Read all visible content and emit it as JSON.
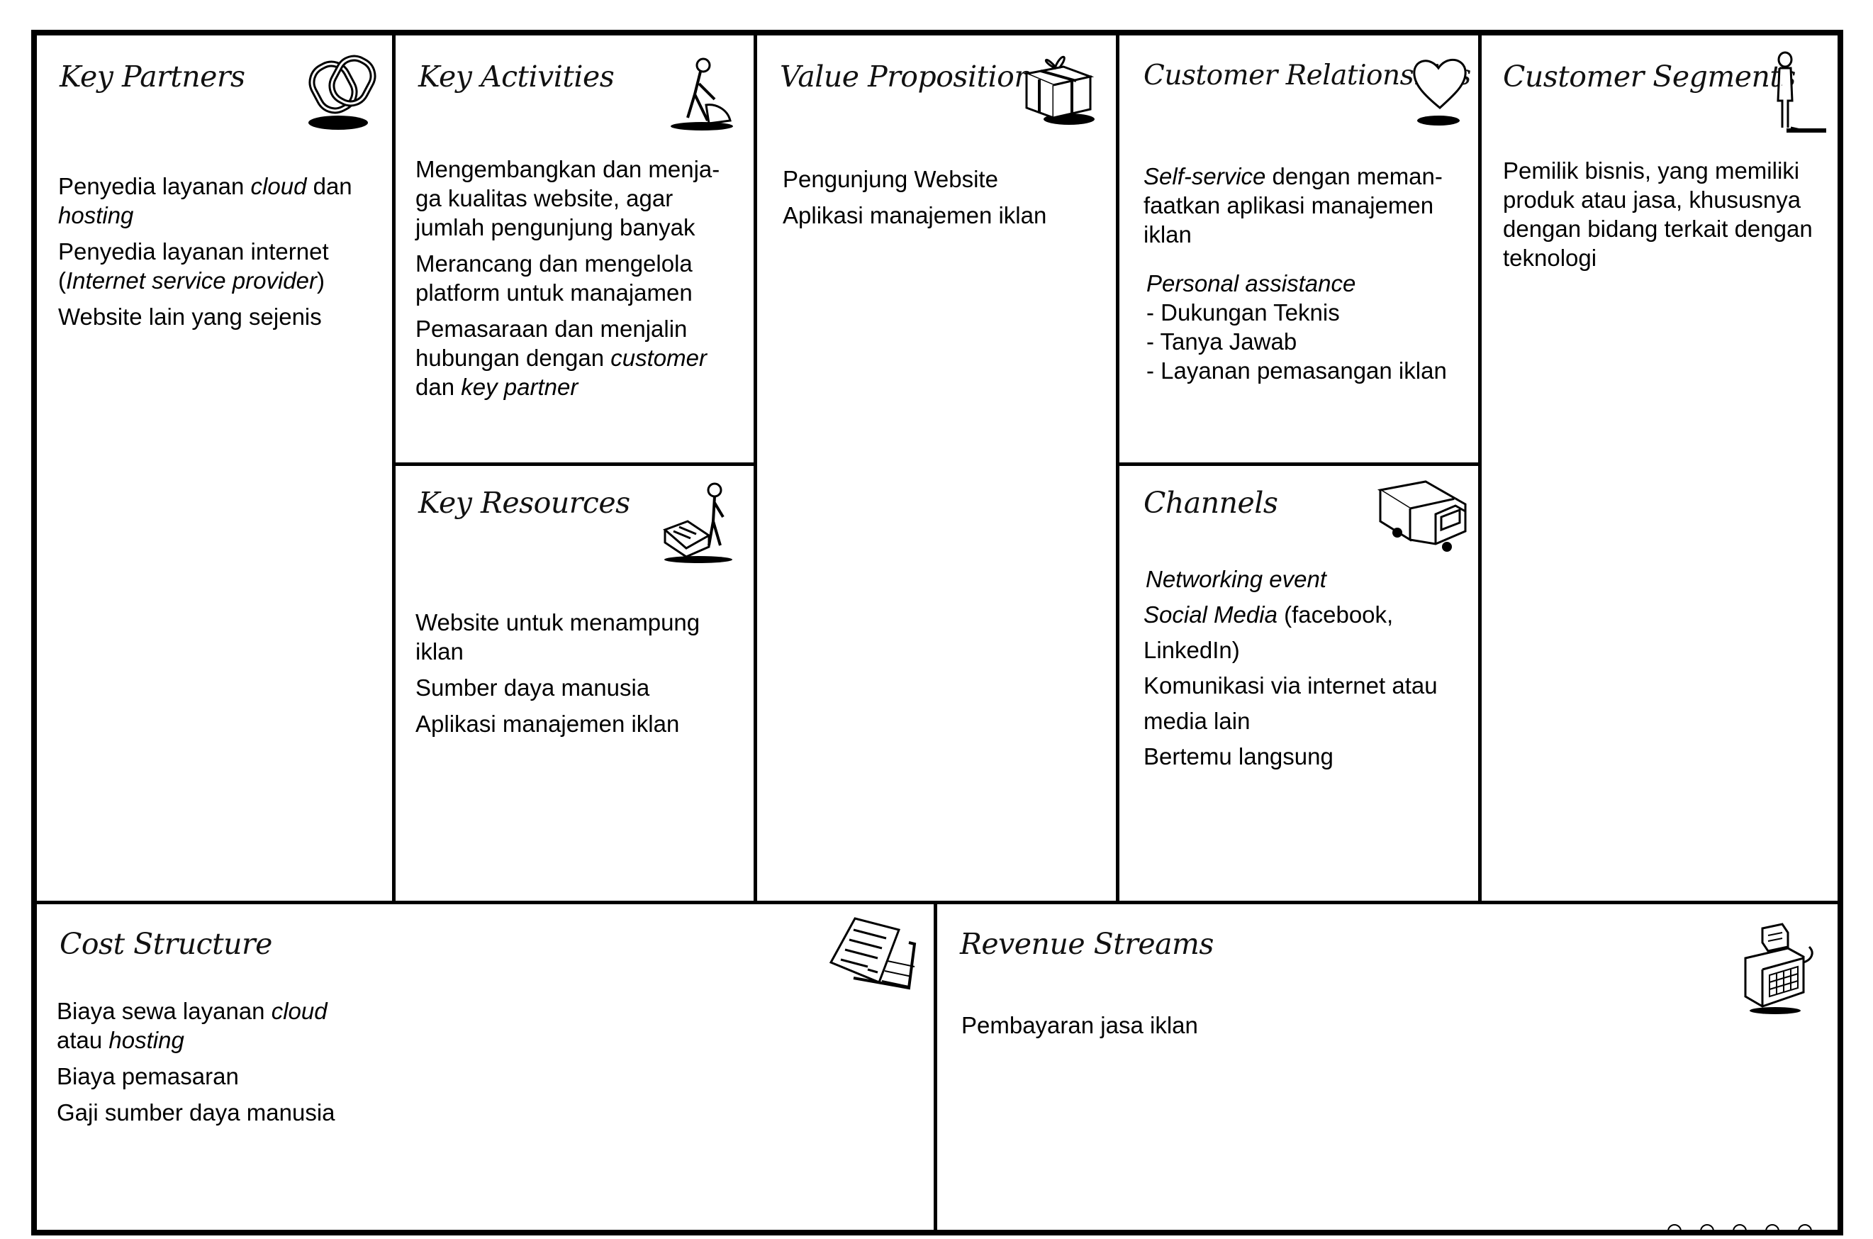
{
  "canvas": {
    "title": "Business Model Canvas"
  },
  "key_partners": {
    "title": "Key Partners",
    "icon": "chain-links-icon",
    "items": [
      {
        "a": "Penyedia layanan ",
        "b": "cloud",
        "c": " dan ",
        "d": "hosting"
      },
      {
        "a": "Penyedia layanan internet (",
        "b": "Internet service provider",
        "c": ")"
      },
      {
        "a": "Website lain yang sejenis"
      }
    ]
  },
  "key_activities": {
    "title": "Key Activities",
    "icon": "worker-icon",
    "items": [
      {
        "a": "Mengembangkan dan menja-ga kualitas website, agar jumlah pengunjung banyak"
      },
      {
        "a": "Merancang dan mengelola platform untuk manajamen"
      },
      {
        "a": "Pemasaraan dan menjalin hubungan dengan ",
        "b": "customer",
        "c": " dan ",
        "d": "key partner"
      }
    ]
  },
  "key_resources": {
    "title": "Key Resources",
    "icon": "factory-worker-icon",
    "items": [
      {
        "a": "Website untuk menampung iklan"
      },
      {
        "a": "Sumber daya manusia"
      },
      {
        "a": "Aplikasi manajemen iklan"
      }
    ]
  },
  "value_propositions": {
    "title": "Value Propositions",
    "icon": "gift-box-icon",
    "items": [
      {
        "a": "Pengunjung Website"
      },
      {
        "a": "Aplikasi manajemen iklan"
      }
    ]
  },
  "customer_relationships": {
    "title": "Customer Relationships",
    "icon": "heart-icon",
    "items": [
      {
        "a": "",
        "b": "Self-service",
        "c": " dengan meman-faatkan aplikasi manajemen iklan"
      }
    ],
    "assistance": {
      "heading": "Personal assistance",
      "lines": [
        "- Dukungan Teknis",
        "- Tanya Jawab",
        "- Layanan pemasangan iklan"
      ]
    }
  },
  "channels": {
    "title": "Channels",
    "icon": "truck-icon",
    "items": [
      {
        "a": "",
        "b": "Networking event"
      },
      {
        "a": "",
        "b": "Social Media",
        "c": " (facebook, LinkedIn)"
      },
      {
        "a": "Komunikasi via internet atau media lain"
      },
      {
        "a": "Bertemu langsung"
      }
    ]
  },
  "customer_segments": {
    "title": "Customer Segments",
    "icon": "person-icon",
    "items": [
      {
        "a": "Pemilik bisnis, yang memiliki produk atau jasa, khususnya dengan bidang terkait dengan teknologi"
      }
    ]
  },
  "cost_structure": {
    "title": "Cost Structure",
    "icon": "invoice-papers-icon",
    "items": [
      {
        "a": "Biaya sewa layanan ",
        "b": "cloud",
        "c": " atau ",
        "d": "hosting"
      },
      {
        "a": "Biaya pemasaran"
      },
      {
        "a": "Gaji sumber daya manusia"
      }
    ]
  },
  "revenue_streams": {
    "title": "Revenue Streams",
    "icon": "cash-register-icon",
    "items": [
      {
        "a": "Pembayaran jasa iklan"
      }
    ]
  }
}
